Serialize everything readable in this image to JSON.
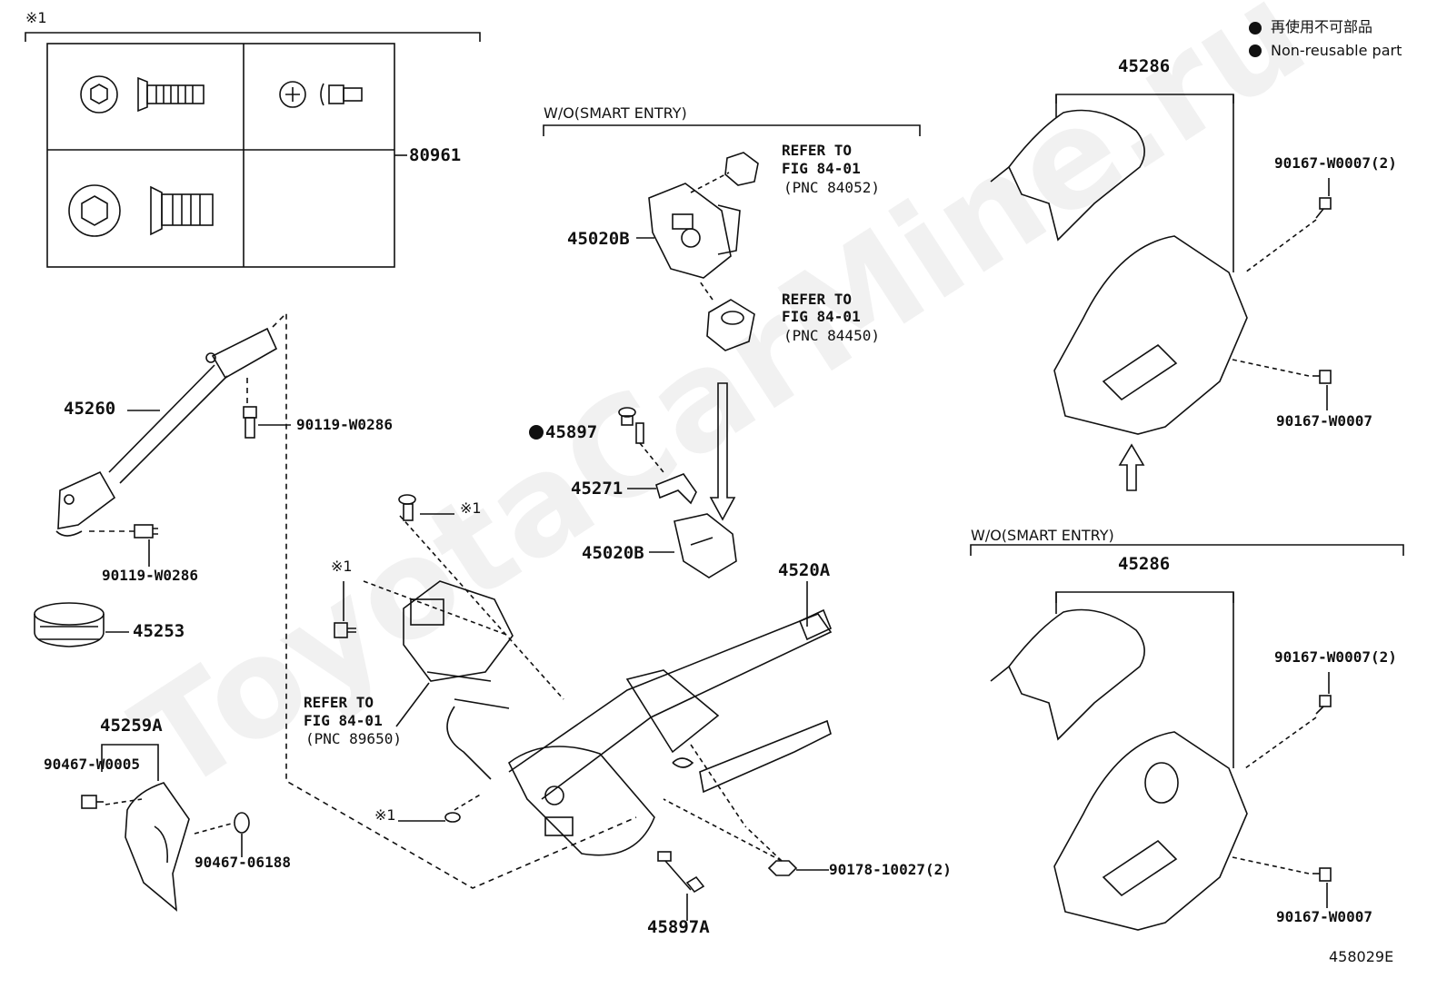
{
  "watermark": "ToyotaCarMine.ru",
  "legend": {
    "jp": "再使用不可部品",
    "en": "Non-reusable part"
  },
  "note_mark": "※1",
  "kit_label": "80961",
  "section_labels": {
    "wo_smart_entry_top": "W/O(SMART ENTRY)",
    "wo_smart_entry_right": "W/O(SMART ENTRY)"
  },
  "refs": [
    {
      "line1": "REFER TO",
      "line2": "FIG 84-01",
      "line3": "(PNC 84052)"
    },
    {
      "line1": "REFER TO",
      "line2": "FIG 84-01",
      "line3": "(PNC 84450)"
    },
    {
      "line1": "REFER TO",
      "line2": "FIG 84-01",
      "line3": "(PNC 89650)"
    }
  ],
  "parts": {
    "p45260": "45260",
    "p90119a": "90119-W0286",
    "p90119b": "90119-W0286",
    "p45253": "45253",
    "p45259A": "45259A",
    "p90467w": "90467-W0005",
    "p90467n": "90467-06188",
    "p45020B_top": "45020B",
    "p45897": "45897",
    "p45271": "45271",
    "p45020B_mid": "45020B",
    "p4520A": "4520A",
    "p90178": "90178-10027(2)",
    "p45897A": "45897A",
    "p45286_top": "45286",
    "p90167_top2": "90167-W0007(2)",
    "p90167_top": "90167-W0007",
    "p45286_bot": "45286",
    "p90167_bot2": "90167-W0007(2)",
    "p90167_bot": "90167-W0007",
    "x1_a": "※1",
    "x1_b": "※1",
    "x1_c": "※1"
  },
  "figure_code": "458029E"
}
